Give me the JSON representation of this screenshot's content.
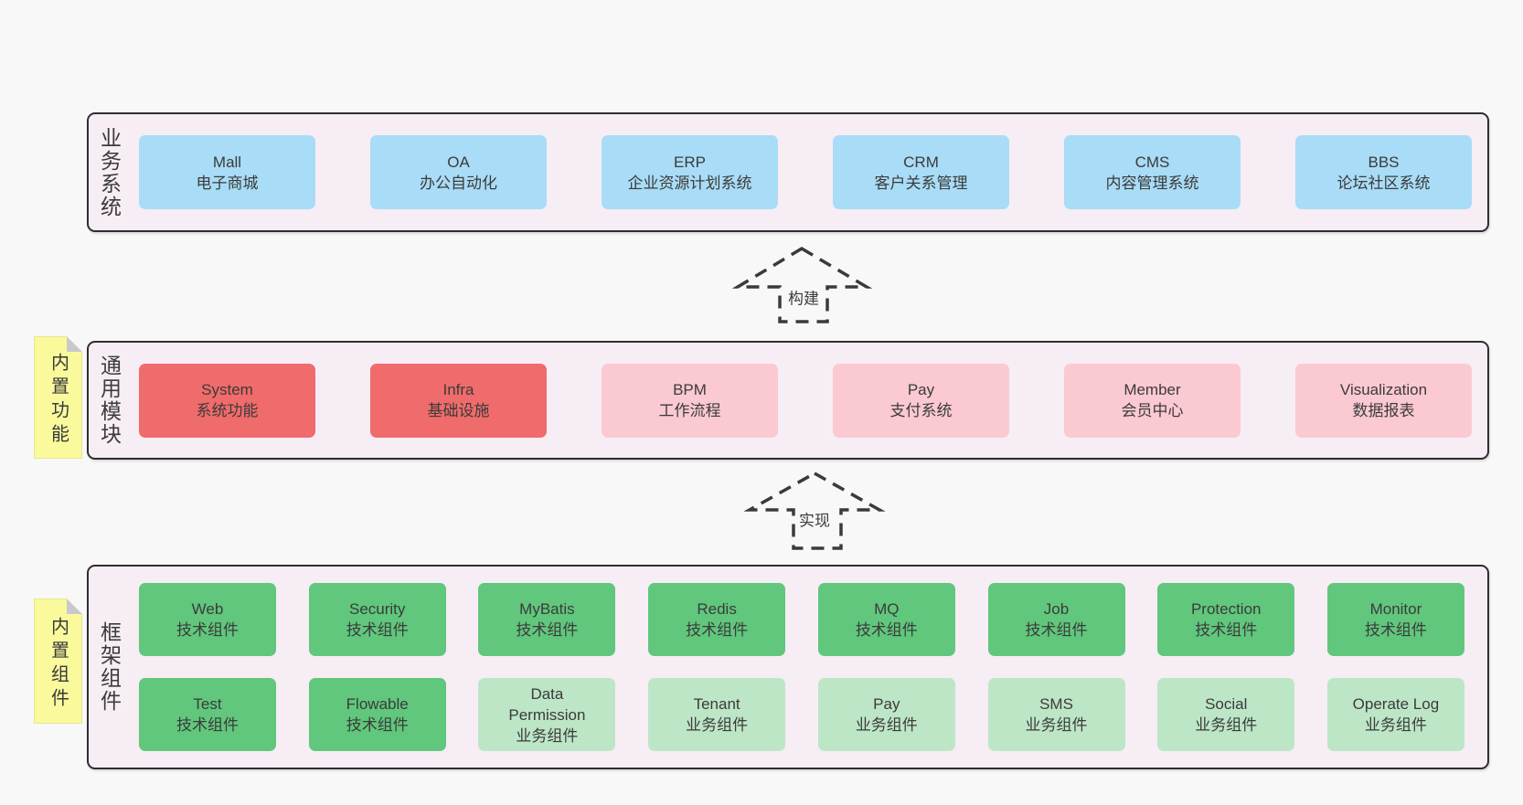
{
  "colors": {
    "page_bg": "#f8f8f8",
    "panel_bg": "#f7edf5",
    "panel_border": "#2e2e31",
    "blue": "#a9dcf6",
    "red": "#f06b6b",
    "pink": "#fbc9d2",
    "green": "#60c77c",
    "green_light": "#bde6c6",
    "sticky_yellow": "#fafa9d",
    "sticky_fold": "#c9c9c9",
    "text": "#3b3b3b"
  },
  "arrows": {
    "build": "构建",
    "implement": "实现"
  },
  "layers": {
    "business": {
      "label": "业务系统",
      "boxes": [
        {
          "name": "Mall",
          "desc": "电子商城"
        },
        {
          "name": "OA",
          "desc": "办公自动化"
        },
        {
          "name": "ERP",
          "desc": "企业资源计划系统"
        },
        {
          "name": "CRM",
          "desc": "客户关系管理"
        },
        {
          "name": "CMS",
          "desc": "内容管理系统"
        },
        {
          "name": "BBS",
          "desc": "论坛社区系统"
        }
      ]
    },
    "modules": {
      "label": "通用模块",
      "sticky": "内置功能",
      "boxes": [
        {
          "name": "System",
          "desc": "系统功能"
        },
        {
          "name": "Infra",
          "desc": "基础设施"
        },
        {
          "name": "BPM",
          "desc": "工作流程"
        },
        {
          "name": "Pay",
          "desc": "支付系统"
        },
        {
          "name": "Member",
          "desc": "会员中心"
        },
        {
          "name": "Visualization",
          "desc": "数据报表"
        }
      ]
    },
    "components": {
      "label": "框架组件",
      "sticky": "内置组件",
      "row1": [
        {
          "name": "Web",
          "desc": "技术组件"
        },
        {
          "name": "Security",
          "desc": "技术组件"
        },
        {
          "name": "MyBatis",
          "desc": "技术组件"
        },
        {
          "name": "Redis",
          "desc": "技术组件"
        },
        {
          "name": "MQ",
          "desc": "技术组件"
        },
        {
          "name": "Job",
          "desc": "技术组件"
        },
        {
          "name": "Protection",
          "desc": "技术组件"
        },
        {
          "name": "Monitor",
          "desc": "技术组件"
        }
      ],
      "row2": [
        {
          "name": "Test",
          "desc": "技术组件"
        },
        {
          "name": "Flowable",
          "desc": "技术组件"
        },
        {
          "name": "Data\nPermission",
          "desc": "业务组件"
        },
        {
          "name": "Tenant",
          "desc": "业务组件"
        },
        {
          "name": "Pay",
          "desc": "业务组件"
        },
        {
          "name": "SMS",
          "desc": "业务组件"
        },
        {
          "name": "Social",
          "desc": "业务组件"
        },
        {
          "name": "Operate Log",
          "desc": "业务组件"
        }
      ]
    }
  }
}
